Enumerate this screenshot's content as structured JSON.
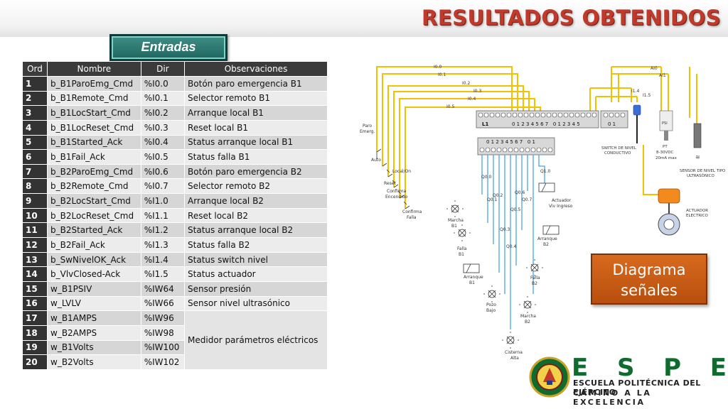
{
  "title": "RESULTADOS OBTENIDOS",
  "entradas_label": "Entradas",
  "diagram_badge": {
    "line1": "Diagrama",
    "line2": "señales"
  },
  "table": {
    "headers": [
      "Ord",
      "Nombre",
      "Dir",
      "Observaciones"
    ],
    "rows": [
      {
        "ord": "1",
        "nombre": "b_B1ParoEmg_Cmd",
        "dir": "%I0.0",
        "obs": "Botón paro emergencia B1"
      },
      {
        "ord": "2",
        "nombre": "b_B1Remote_Cmd",
        "dir": "%I0.1",
        "obs": "Selector remoto B1"
      },
      {
        "ord": "3",
        "nombre": "b_B1LocStart_Cmd",
        "dir": "%I0.2",
        "obs": "Arranque local B1"
      },
      {
        "ord": "4",
        "nombre": "b_B1LocReset_Cmd",
        "dir": "%I0.3",
        "obs": "Reset local B1"
      },
      {
        "ord": "5",
        "nombre": "b_B1Started_Ack",
        "dir": "%I0.4",
        "obs": "Status arranque local B1"
      },
      {
        "ord": "6",
        "nombre": "b_B1Fail_Ack",
        "dir": "%I0.5",
        "obs": "Status falla B1"
      },
      {
        "ord": "7",
        "nombre": "b_B2ParoEmg_Cmd",
        "dir": "%I0.6",
        "obs": "Botón paro emergencia B2"
      },
      {
        "ord": "8",
        "nombre": "b_B2Remote_Cmd",
        "dir": "%I0.7",
        "obs": "Selector remoto B2"
      },
      {
        "ord": "9",
        "nombre": "b_B2LocStart_Cmd",
        "dir": "%I1.0",
        "obs": "Arranque local B2"
      },
      {
        "ord": "10",
        "nombre": "b_B2LocReset_Cmd",
        "dir": "%I1.1",
        "obs": "Reset local B2"
      },
      {
        "ord": "11",
        "nombre": "b_B2Started_Ack",
        "dir": "%I1.2",
        "obs": "Status arranque local B2"
      },
      {
        "ord": "12",
        "nombre": "b_B2Fail_Ack",
        "dir": "%I1.3",
        "obs": "Status falla B2"
      },
      {
        "ord": "13",
        "nombre": "b_SwNivelOK_Ack",
        "dir": "%I1.4",
        "obs": "Status switch nivel"
      },
      {
        "ord": "14",
        "nombre": "b_VlvClosed-Ack",
        "dir": "%I1.5",
        "obs": "Status actuador"
      },
      {
        "ord": "15",
        "nombre": "w_B1PSIV",
        "dir": "%IW64",
        "obs": "Sensor presión"
      },
      {
        "ord": "16",
        "nombre": "w_LVLV",
        "dir": "%IW66",
        "obs": "Sensor nivel ultrasónico"
      },
      {
        "ord": "17",
        "nombre": "w_B1AMPS",
        "dir": "%IW96"
      },
      {
        "ord": "18",
        "nombre": "w_B2AMPS",
        "dir": "%IW98"
      },
      {
        "ord": "19",
        "nombre": "w_B1Volts",
        "dir": "%IW100"
      },
      {
        "ord": "20",
        "nombre": "w_B2Volts",
        "dir": "%IW102"
      }
    ],
    "merged_obs": "Medidor parámetros eléctricos"
  },
  "diagram": {
    "wire_labels": {
      "i00": "I0.0",
      "i01": "I0.1",
      "i02": "I0.2",
      "i03": "I0.3",
      "i04": "I0.4",
      "i05": "I0.5",
      "i14": "I1.4",
      "i15": "I1.5",
      "ai0": "AI0",
      "ai1": "AI1"
    },
    "plc_input_label": "L1",
    "plc_input_digits": "0 1 2 3 4 5 6 7   0 1 2 3 4 5",
    "plc_analog_digits": "0 1",
    "plc_output_digits": "0 1 2 3 4 5 6 7   0 1",
    "inputs": {
      "paro": "Paro",
      "emerg": "Emerg.",
      "auto": "Auto",
      "local_on": "Local/On",
      "reset": "Reset",
      "confirma_encendido_1": "Confirma",
      "confirma_encendido_2": "Encendido",
      "confirma_falla_1": "Confirma",
      "confirma_falla_2": "Falla"
    },
    "outputs": {
      "q00": "Q0.0",
      "q01": "Q0.1",
      "q02": "Q0.2",
      "q03": "Q0.3",
      "q04": "Q0.4",
      "q05": "Q0.5",
      "q06": "Q0.6",
      "q07": "Q0.7",
      "q10": "Q1.0"
    },
    "loads": {
      "marcha_b1": [
        "Marcha",
        "B1"
      ],
      "falla_b1": [
        "Falla",
        "B1"
      ],
      "arranque_b1": [
        "Arranque",
        "B1"
      ],
      "pozo_bajo": [
        "Pozo",
        "Bajo"
      ],
      "cisterna_alta": [
        "Cisterna",
        "Alta"
      ],
      "falla_b2": [
        "Falla",
        "B2"
      ],
      "marcha_b2": [
        "Marcha",
        "B2"
      ],
      "arranque_b2": [
        "Arranque",
        "B2"
      ],
      "actuador": [
        "Actuador",
        "Viv Ingreso"
      ]
    },
    "field": {
      "switch_nivel": [
        "SWITCH DE NIVEL",
        "CONDUCTIVO"
      ],
      "pt": [
        "PT",
        "8-30VDC",
        "20mA max"
      ],
      "psi": "PSI",
      "ultrasonico": [
        "SENSOR DE NIVEL TIPO",
        "ULTRASÓNICO"
      ],
      "actuador_electrico": [
        "ACTUADOR",
        "ELECTRICO"
      ]
    }
  },
  "logo": {
    "letters": [
      "E",
      "S",
      "P",
      "E"
    ],
    "name": "ESCUELA POLITÉCNICA DEL EJÉRCITO",
    "motto": "CAMINO A LA EXCELENCIA"
  },
  "colors": {
    "title": "#c0392b",
    "wire": "#f2c200",
    "badge_teal": "#1e6660",
    "badge_orange": "#c85a14",
    "espe_green": "#0f6b2e"
  }
}
